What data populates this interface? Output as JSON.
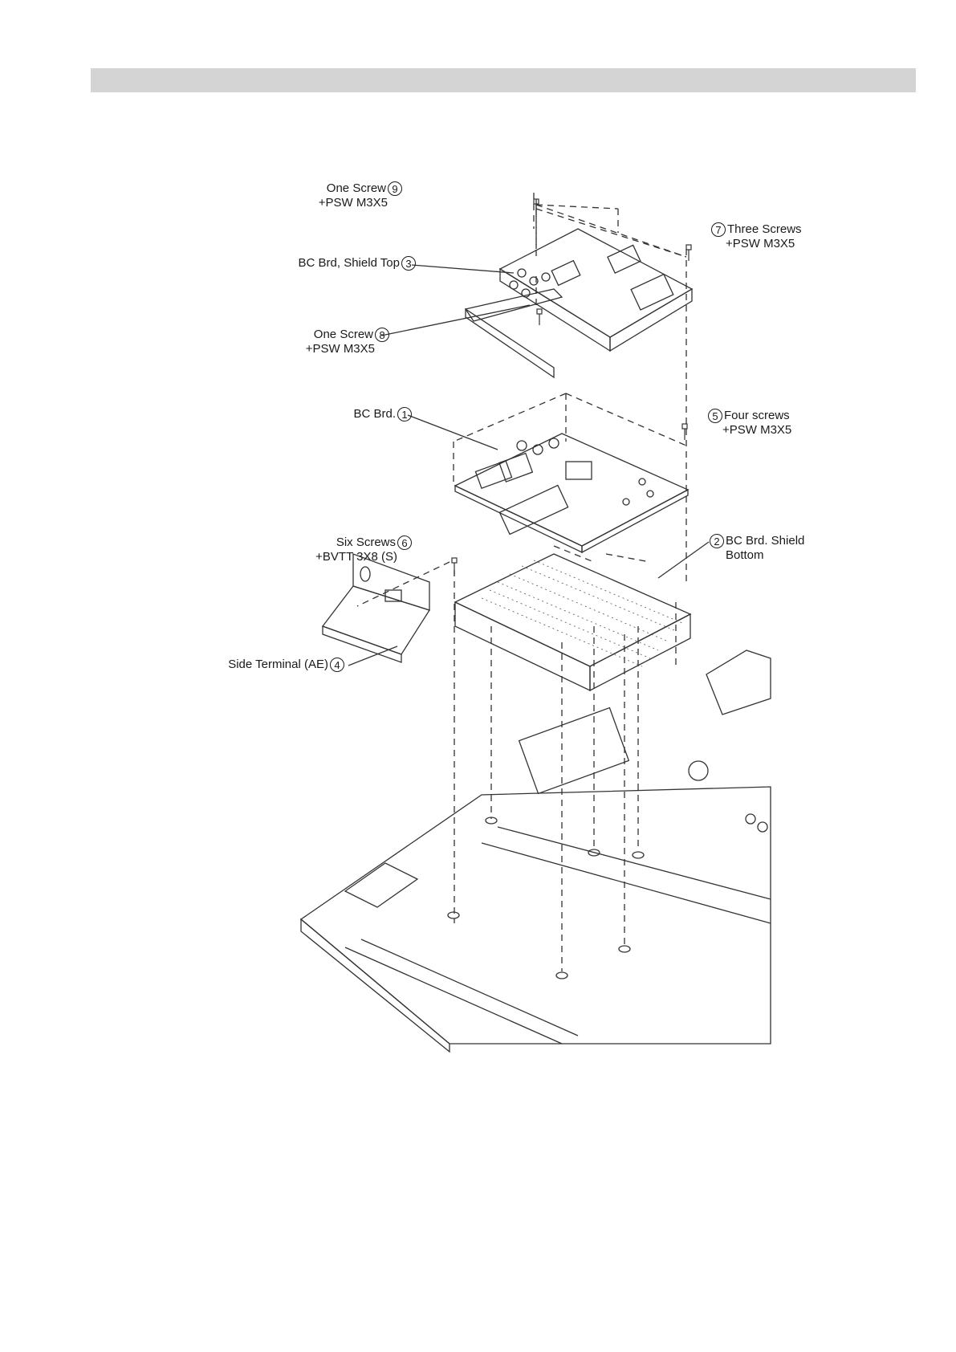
{
  "callouts": [
    {
      "id": "c9",
      "name": "One Screw",
      "number": "9",
      "spec": "+PSW M3X5"
    },
    {
      "id": "c7",
      "name": "Three Screws",
      "number": "7",
      "spec": "+PSW M3X5"
    },
    {
      "id": "c3",
      "name": "BC Brd, Shield Top",
      "number": "3",
      "spec": ""
    },
    {
      "id": "c8",
      "name": "One Screw",
      "number": "8",
      "spec": "+PSW M3X5"
    },
    {
      "id": "c1",
      "name": "BC Brd.",
      "number": "1",
      "spec": ""
    },
    {
      "id": "c5",
      "name": "Four screws",
      "number": "5",
      "spec": "+PSW M3X5"
    },
    {
      "id": "c6",
      "name": "Six Screws",
      "number": "6",
      "spec": "+BVTT 3X8 (S)"
    },
    {
      "id": "c2",
      "name": "BC Brd. Shield",
      "number": "2",
      "spec": "Bottom"
    },
    {
      "id": "c4",
      "name": "Side Terminal (AE)",
      "number": "4",
      "spec": ""
    }
  ]
}
